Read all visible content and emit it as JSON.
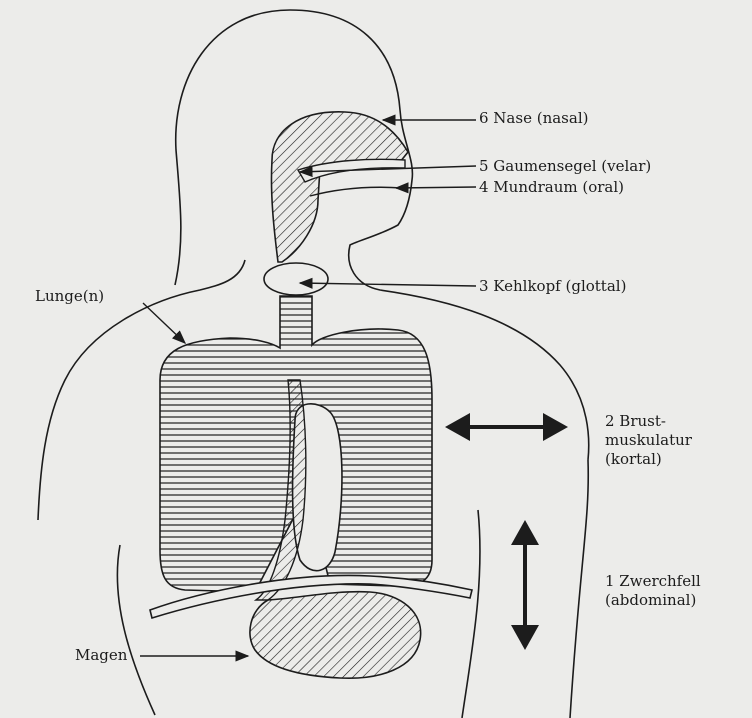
{
  "labels": {
    "nose": "6 Nase (nasal)",
    "velum": "5 Gaumensegel (velar)",
    "mouth": "4 Mundraum (oral)",
    "larynx": "3 Kehlkopf (glottal)",
    "lungs": "Lunge(n)",
    "chest": [
      "2 Brust-",
      "muskulatur",
      "(kortal)"
    ],
    "diaphragm": [
      "1 Zwerchfell",
      "(abdominal)"
    ],
    "stomach": "Magen"
  },
  "colors": {
    "background": "#ececea",
    "ink": "#1c1c1c"
  }
}
